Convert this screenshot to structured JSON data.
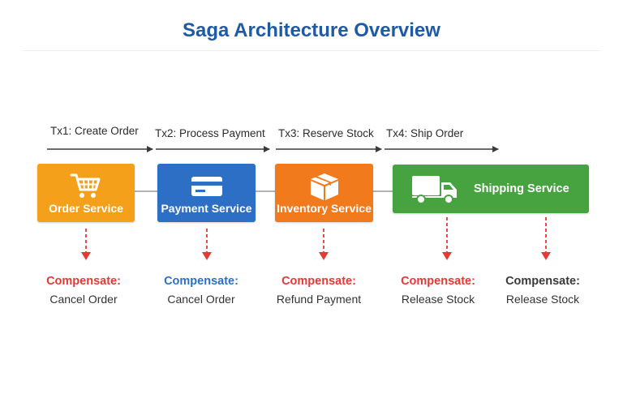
{
  "title": "Saga Architecture Overview",
  "transactions": [
    {
      "label": "Tx1: Create Order"
    },
    {
      "label": "Tx2: Process Payment"
    },
    {
      "label": "Tx3: Reserve Stock"
    },
    {
      "label": "Tx4: Ship Order"
    }
  ],
  "services": [
    {
      "label": "Order Service",
      "icon": "shopping-cart-icon",
      "color": "#f4a01b"
    },
    {
      "label": "Payment Service",
      "icon": "credit-card-icon",
      "color": "#2c6fc4"
    },
    {
      "label": "Inventory Service",
      "icon": "package-box-icon",
      "color": "#f07a1c"
    },
    {
      "label": "Shipping Service",
      "icon": "delivery-truck-icon",
      "color": "#46a340"
    }
  ],
  "compensations": [
    {
      "heading": "Compensate:",
      "action": "Cancel Order",
      "color": "#e53935"
    },
    {
      "heading": "Compensate:",
      "action": "Cancel Order",
      "color": "#2c6fc4"
    },
    {
      "heading": "Compensate:",
      "action": "Refund Payment",
      "color": "#e53935"
    },
    {
      "heading": "Compensate:",
      "action": "Release Stock",
      "color": "#e53935"
    },
    {
      "heading": "Compensate:",
      "action": "Release Stock",
      "color": "#3a3a3a"
    }
  ],
  "colors": {
    "title": "#1f5aa6",
    "arrow": "#3a3a3a",
    "connector": "#9a9a9a",
    "compensation_arrow": "#e53935"
  }
}
